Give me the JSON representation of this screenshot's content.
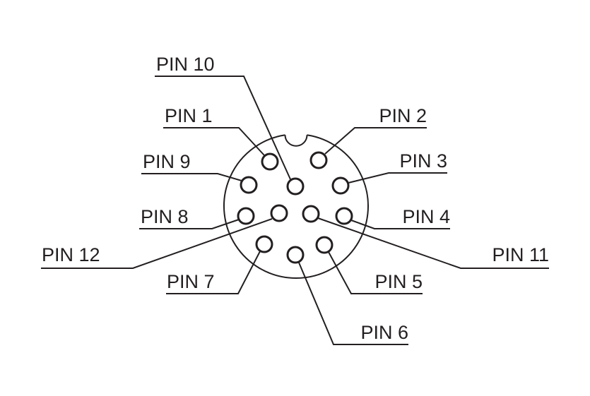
{
  "diagram": {
    "labels": {
      "pin10": "PIN 10",
      "pin1": "PIN 1",
      "pin2": "PIN 2",
      "pin9": "PIN 9",
      "pin3": "PIN 3",
      "pin8": "PIN 8",
      "pin4": "PIN 4",
      "pin12": "PIN 12",
      "pin11": "PIN 11",
      "pin7": "PIN 7",
      "pin5": "PIN 5",
      "pin6": "PIN 6"
    },
    "colors": {
      "stroke": "#231f20",
      "background": "#ffffff"
    }
  }
}
